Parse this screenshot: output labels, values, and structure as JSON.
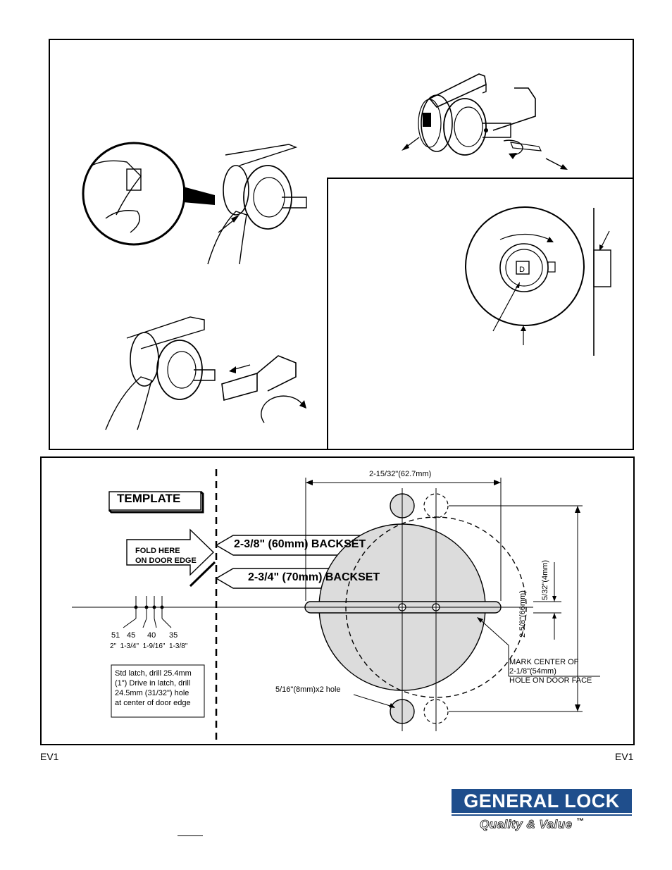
{
  "template": {
    "title": "TEMPLATE",
    "fold_line1": "FOLD HERE",
    "fold_line2": "ON DOOR EDGE",
    "backset_60": "2-3/8\" (60mm) BACKSET",
    "backset_70": "2-3/4\" (70mm) BACKSET",
    "dim_width": "2-15/32\"(62.7mm)",
    "dim_height": "2-5/8\"(66mm)",
    "dim_small": "5/32\"(4mm)",
    "hole_label": "5/16\"(8mm)x2 hole",
    "mark_center_1": "MARK CENTER OF",
    "mark_center_2": "2-1/8\"(54mm)",
    "mark_center_3": "HOLE ON DOOR FACE",
    "door_mm": [
      "51",
      "45",
      "40",
      "35"
    ],
    "door_in": "2\"  1-3/4\"  1-9/16\"  1-3/8\"",
    "note_lines": [
      "Std latch, drill 25.4mm",
      "(1\") Drive in latch, drill",
      "24.5mm (31/32\") hole",
      "at center of door edge"
    ]
  },
  "footer": {
    "code_left": "EV1",
    "code_right": "EV1",
    "brand": "GENERAL LOCK",
    "tagline": "Quality & Value",
    "tm": "™"
  },
  "colors": {
    "brand_blue": "#1f4e8c",
    "template_fill": "#dcdcdc"
  }
}
